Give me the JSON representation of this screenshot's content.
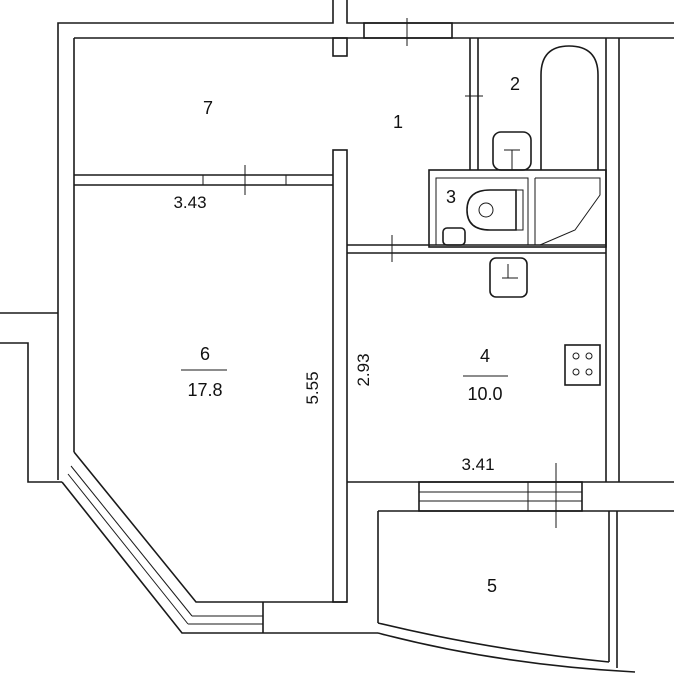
{
  "plan": {
    "rooms": [
      {
        "number": "1"
      },
      {
        "number": "2"
      },
      {
        "number": "3"
      },
      {
        "number": "4",
        "area": "10.0"
      },
      {
        "number": "5"
      },
      {
        "number": "6",
        "area": "17.8"
      },
      {
        "number": "7"
      }
    ],
    "dimensions": {
      "room7_width": "3.43",
      "room6_length": "5.55",
      "room4_length": "2.93",
      "room4_width": "3.41"
    },
    "colors": {
      "line": "#1a1a1a",
      "background": "#ffffff"
    }
  }
}
